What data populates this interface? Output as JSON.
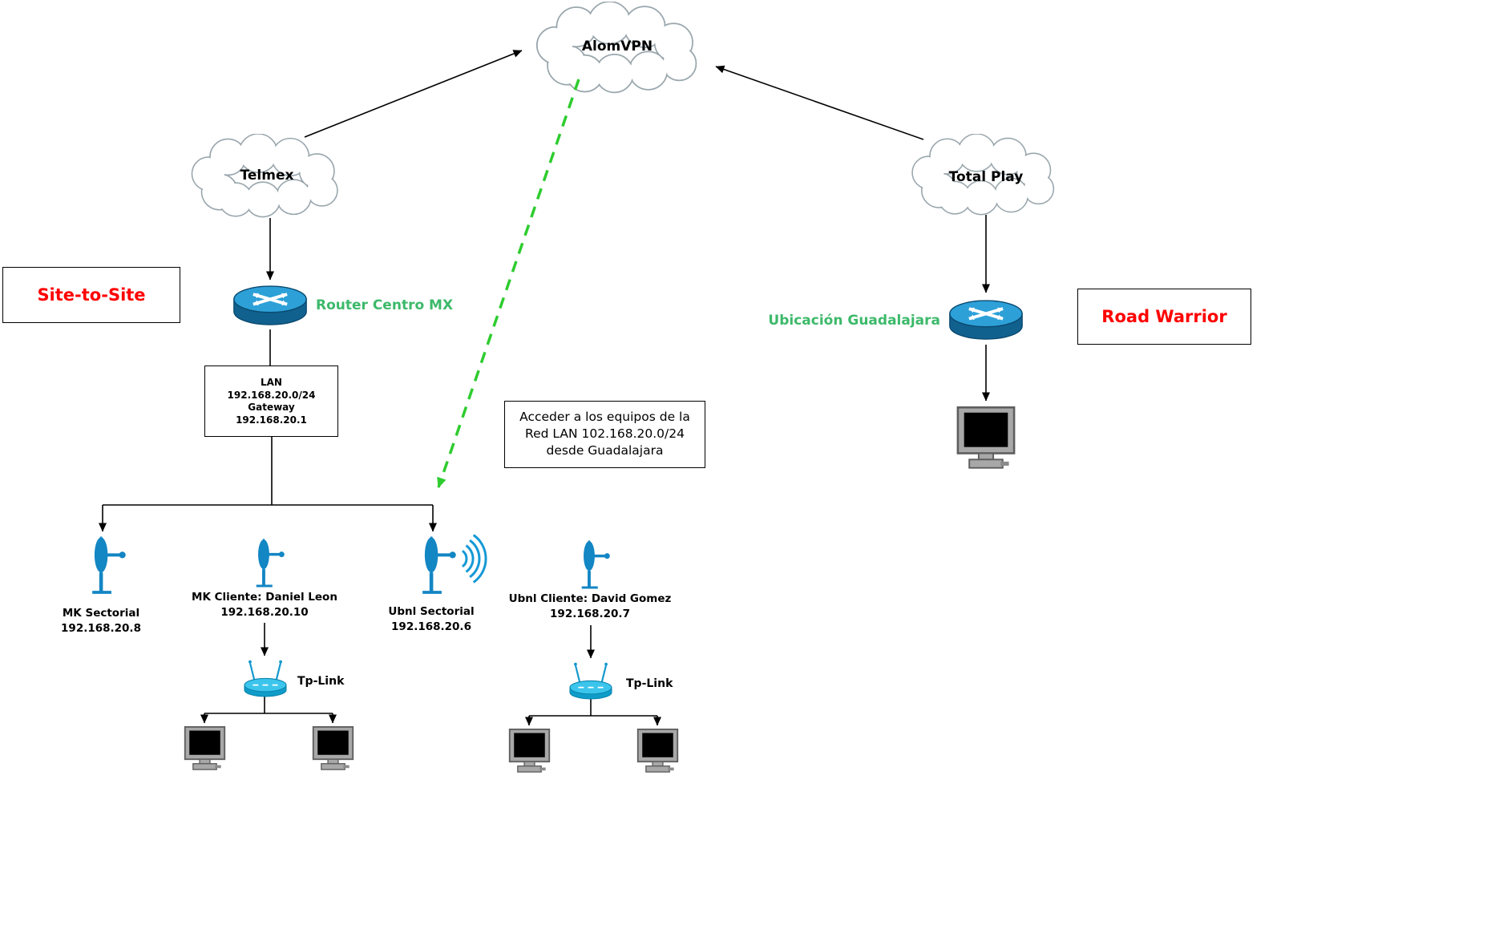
{
  "diagram": {
    "clouds": {
      "alomvpn": "AlomVPN",
      "telmex": "Telmex",
      "total_play": "Total Play"
    },
    "zones": {
      "site_to_site": "Site-to-Site",
      "road_warrior": "Road Warrior"
    },
    "routers": {
      "centro_mx": "Router Centro MX",
      "guadalajara": "Ubicación Guadalajara"
    },
    "lan_box": [
      "LAN",
      "192.168.20.0/24",
      "Gateway",
      "192.168.20.1"
    ],
    "note_box": [
      "Acceder a los equipos de la",
      "Red LAN 102.168.20.0/24",
      "desde Guadalajara"
    ],
    "devices": {
      "mk_sectorial": {
        "name": "MK Sectorial",
        "ip": "192.168.20.8"
      },
      "mk_cliente": {
        "name": "MK Cliente: Daniel Leon",
        "ip": "192.168.20.10"
      },
      "ubnl_sectorial": {
        "name": "Ubnl Sectorial",
        "ip": "192.168.20.6"
      },
      "ubnl_cliente": {
        "name": "Ubnl Cliente: David Gomez",
        "ip": "192.168.20.7"
      },
      "tplink_left": "Tp-Link",
      "tplink_right": "Tp-Link"
    },
    "colors": {
      "label_green": "#3cb96a",
      "label_red": "#ff0000",
      "vpn_tunnel_green": "#2ecc2e",
      "device_blue": "#1386c4",
      "router_blue_top": "#2da0d8",
      "router_blue_body": "#11618f"
    }
  }
}
